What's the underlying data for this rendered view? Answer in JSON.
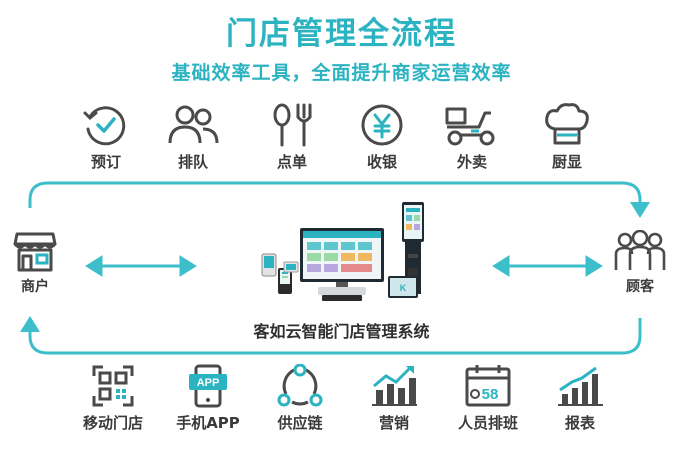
{
  "header": {
    "title": "门店管理全流程",
    "subtitle": "基础效率工具，全面提升商家运营效率"
  },
  "top_features": [
    {
      "label": "预订",
      "icon": "clock-check-icon"
    },
    {
      "label": "排队",
      "icon": "people-queue-icon"
    },
    {
      "label": "点单",
      "icon": "spoon-fork-icon"
    },
    {
      "label": "收银",
      "icon": "yen-coin-icon"
    },
    {
      "label": "外卖",
      "icon": "scooter-icon"
    },
    {
      "label": "厨显",
      "icon": "chef-hat-icon"
    }
  ],
  "bottom_features": [
    {
      "label": "移动门店",
      "icon": "qr-code-icon"
    },
    {
      "label": "手机APP",
      "icon": "phone-app-icon",
      "icon_text": "APP"
    },
    {
      "label": "供应链",
      "icon": "supply-chain-icon"
    },
    {
      "label": "营销",
      "icon": "marketing-chart-icon"
    },
    {
      "label": "人员排班",
      "icon": "calendar-schedule-icon",
      "icon_text": "58"
    },
    {
      "label": "报表",
      "icon": "report-chart-icon"
    }
  ],
  "left_node": {
    "label": "商户",
    "icon": "storefront-icon"
  },
  "right_node": {
    "label": "顾客",
    "icon": "customers-icon"
  },
  "center": {
    "label": "客如云智能门店管理系统"
  },
  "colors": {
    "accent": "#2bb3c2",
    "arrow": "#3cbfcb",
    "text": "#3a3a3a",
    "icon_stroke": "#4a4a4a"
  }
}
